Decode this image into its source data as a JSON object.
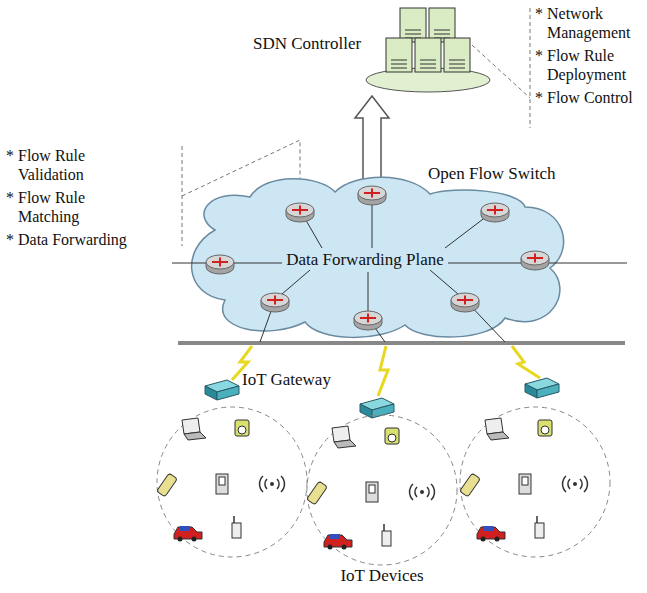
{
  "diagram": {
    "nodes": [
      {
        "text": [
          "SDN Controller"
        ]
      },
      {
        "text": [
          "Data Forwarding Plane"
        ]
      }
    ],
    "edges": [
      {
        "from": 1,
        "to": 0,
        "arrow": "to"
      }
    ],
    "labels": [
      "* Network Management",
      "* Flow Rule Deployment",
      "* Flow Control",
      "* Flow Rule Validation",
      "* Flow Rule Matching",
      "* Data Forwarding",
      "Open Flow Switch",
      "IoT Gateway",
      "IoT Devices"
    ]
  }
}
